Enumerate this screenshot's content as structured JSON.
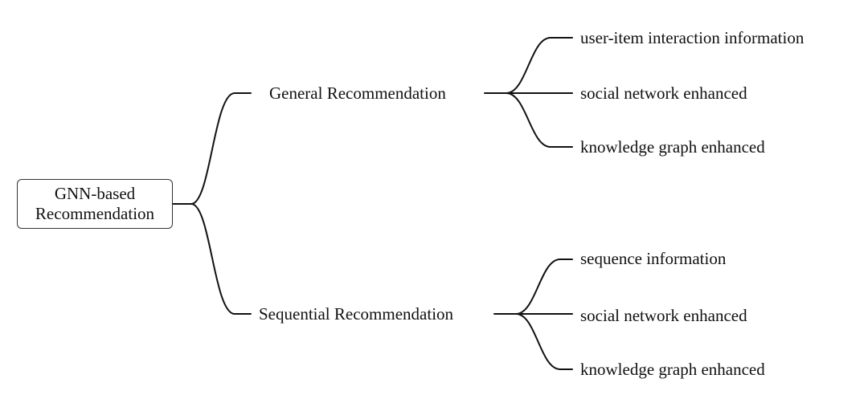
{
  "root": {
    "line1": "GNN-based",
    "line2": "Recommendation"
  },
  "branches": [
    {
      "label": "General Recommendation",
      "children": [
        "user-item interaction information",
        "social network enhanced",
        "knowledge graph enhanced"
      ]
    },
    {
      "label": "Sequential Recommendation",
      "children": [
        "sequence information",
        "social network enhanced",
        "knowledge graph enhanced"
      ]
    }
  ]
}
